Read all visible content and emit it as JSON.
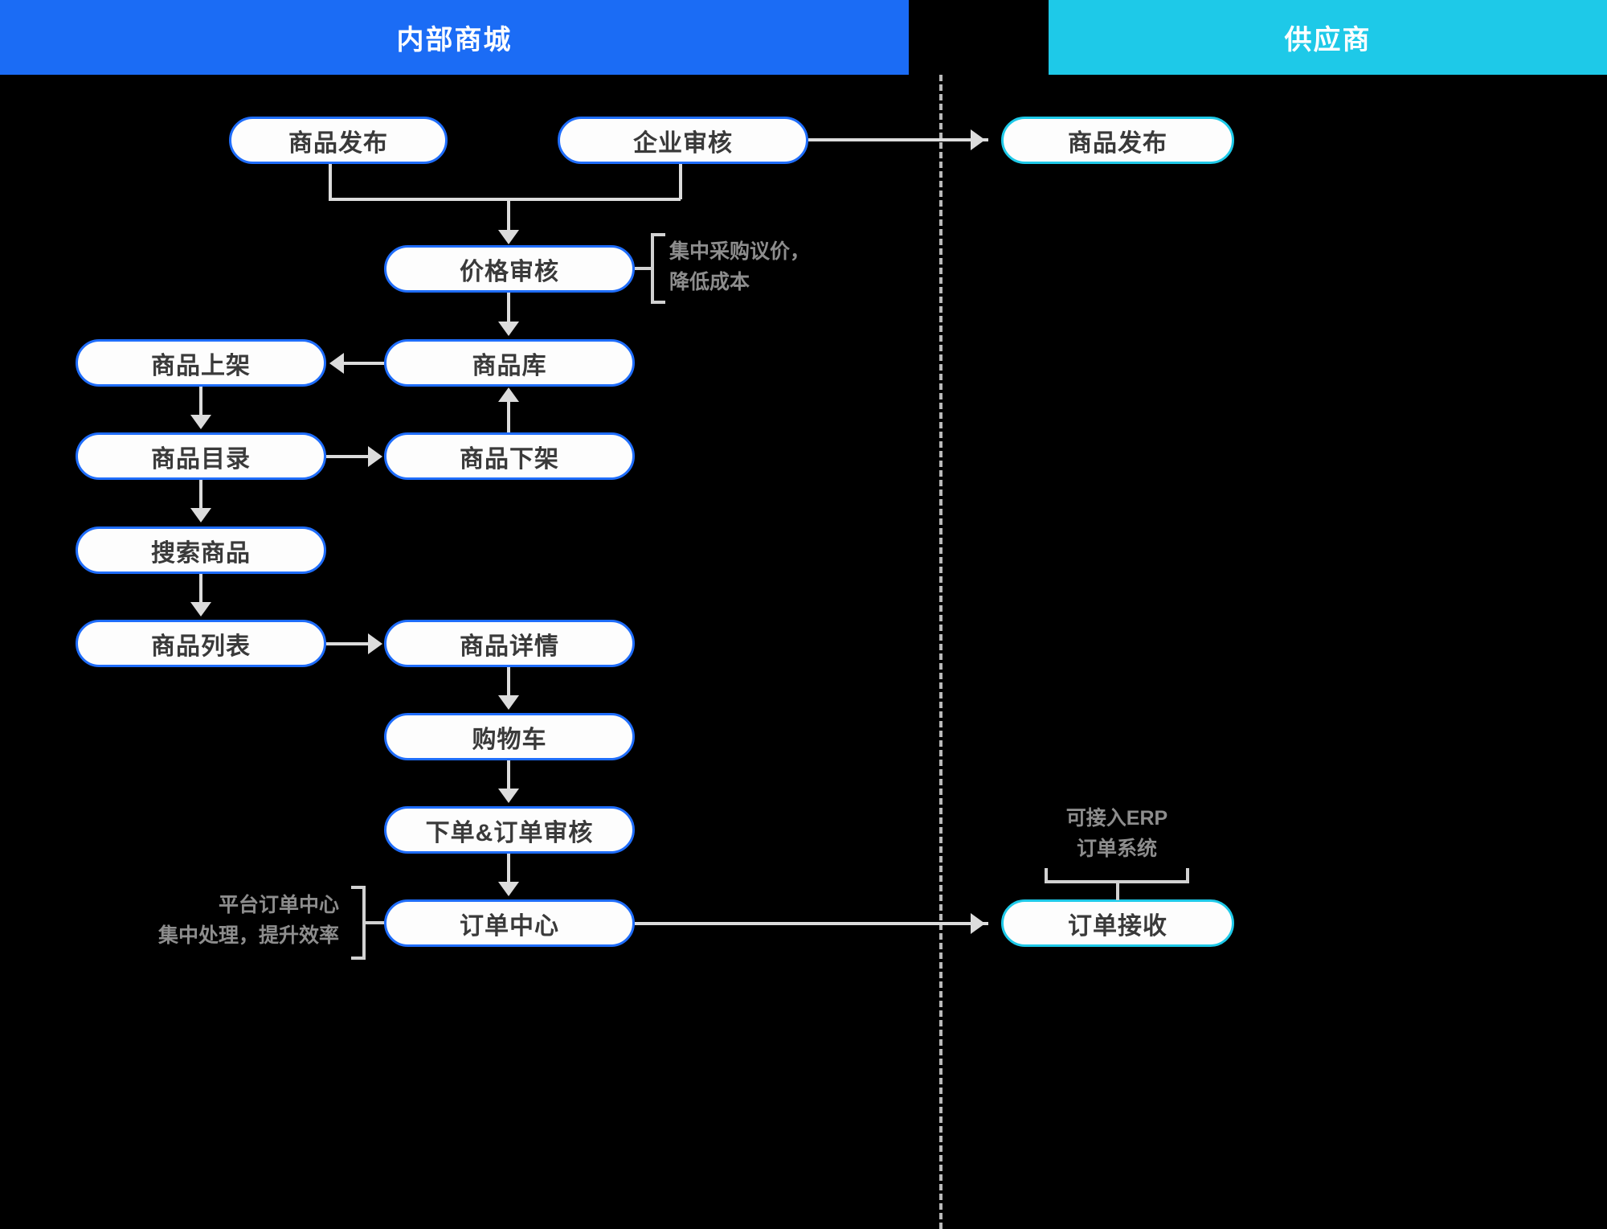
{
  "headers": {
    "internal": {
      "label": "内部商城",
      "color": "#1b6cf5"
    },
    "supplier": {
      "label": "供应商",
      "color": "#1ec9e8"
    }
  },
  "diagram": {
    "type": "flowchart",
    "background": "#000000",
    "node_fill": "#fdfdfd",
    "node_text_color": "#3a3a3a",
    "connector_color": "#dcdcdc",
    "annotation_color": "#8d8d8d",
    "lanes": [
      "内部商城",
      "供应商"
    ],
    "nodes": [
      {
        "id": "n1",
        "label": "商品发布",
        "lane": "内部商城",
        "accent": "#1f6dfb"
      },
      {
        "id": "n2",
        "label": "企业审核",
        "lane": "内部商城",
        "accent": "#1f6dfb"
      },
      {
        "id": "n3",
        "label": "商品发布",
        "lane": "供应商",
        "accent": "#1ec9e8"
      },
      {
        "id": "n4",
        "label": "价格审核",
        "lane": "内部商城",
        "accent": "#1f6dfb"
      },
      {
        "id": "n5",
        "label": "商品上架",
        "lane": "内部商城",
        "accent": "#1f6dfb"
      },
      {
        "id": "n6",
        "label": "商品库",
        "lane": "内部商城",
        "accent": "#1f6dfb"
      },
      {
        "id": "n7",
        "label": "商品目录",
        "lane": "内部商城",
        "accent": "#1f6dfb"
      },
      {
        "id": "n8",
        "label": "商品下架",
        "lane": "内部商城",
        "accent": "#1f6dfb"
      },
      {
        "id": "n9",
        "label": "搜索商品",
        "lane": "内部商城",
        "accent": "#1f6dfb"
      },
      {
        "id": "n10",
        "label": "商品列表",
        "lane": "内部商城",
        "accent": "#1f6dfb"
      },
      {
        "id": "n11",
        "label": "商品详情",
        "lane": "内部商城",
        "accent": "#1f6dfb"
      },
      {
        "id": "n12",
        "label": "购物车",
        "lane": "内部商城",
        "accent": "#1f6dfb"
      },
      {
        "id": "n13",
        "label": "下单&订单审核",
        "lane": "内部商城",
        "accent": "#1f6dfb"
      },
      {
        "id": "n14",
        "label": "订单中心",
        "lane": "内部商城",
        "accent": "#1f6dfb"
      },
      {
        "id": "n15",
        "label": "订单接收",
        "lane": "供应商",
        "accent": "#1ec9e8"
      }
    ],
    "edges": [
      {
        "from": "n1",
        "to": "n4",
        "style": "elbow-down"
      },
      {
        "from": "n2",
        "to": "n4",
        "style": "elbow-down"
      },
      {
        "from": "n2",
        "to": "n3",
        "style": "straight-right"
      },
      {
        "from": "n4",
        "to": "n6",
        "style": "straight-down"
      },
      {
        "from": "n6",
        "to": "n5",
        "style": "straight-left"
      },
      {
        "from": "n5",
        "to": "n7",
        "style": "straight-down"
      },
      {
        "from": "n7",
        "to": "n8",
        "style": "straight-right"
      },
      {
        "from": "n8",
        "to": "n6",
        "style": "straight-up"
      },
      {
        "from": "n7",
        "to": "n9",
        "style": "straight-down"
      },
      {
        "from": "n9",
        "to": "n10",
        "style": "straight-down"
      },
      {
        "from": "n10",
        "to": "n11",
        "style": "straight-right"
      },
      {
        "from": "n11",
        "to": "n12",
        "style": "straight-down"
      },
      {
        "from": "n12",
        "to": "n13",
        "style": "straight-down"
      },
      {
        "from": "n13",
        "to": "n14",
        "style": "straight-down"
      },
      {
        "from": "n14",
        "to": "n15",
        "style": "straight-right"
      }
    ],
    "annotations": [
      {
        "id": "a1",
        "target": "n4",
        "lines": "集中采购议价，\n降低成本",
        "bracket": "vertical-right-of-node"
      },
      {
        "id": "a2",
        "target": "n14",
        "lines": "平台订单中心\n集中处理，提升效率",
        "bracket": "vertical-left-of-node"
      },
      {
        "id": "a3",
        "target": "n15",
        "lines": "可接入ERP\n订单系统",
        "bracket": "horizontal-above-node"
      }
    ]
  }
}
